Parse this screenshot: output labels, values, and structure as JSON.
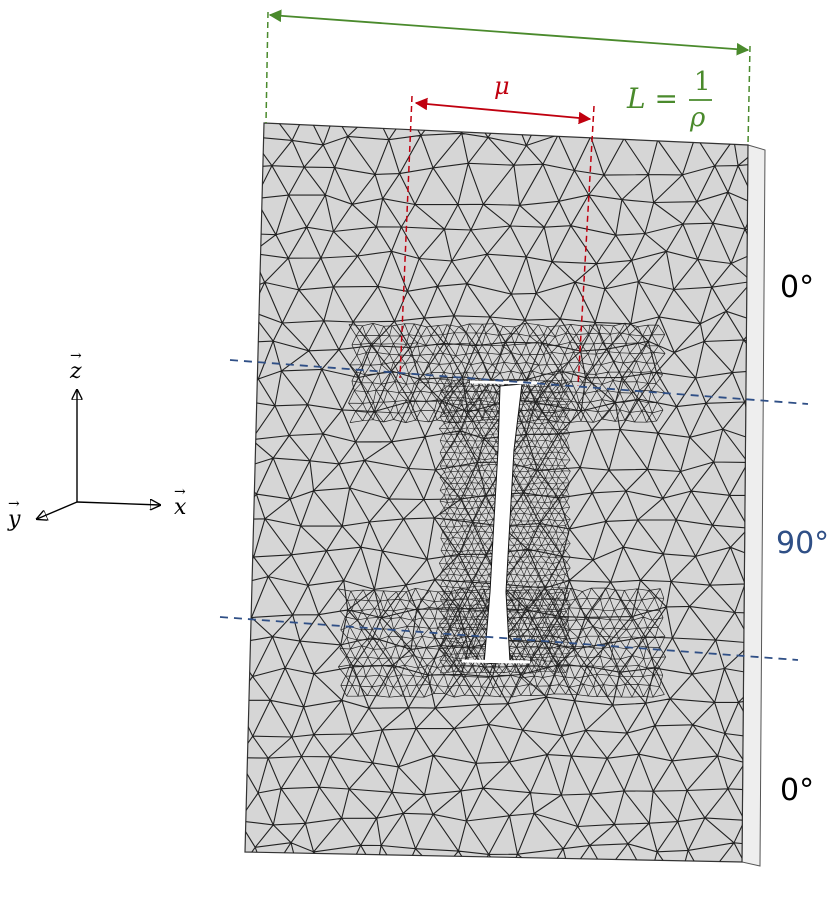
{
  "figure": {
    "mu_label": "μ",
    "L_lhs": "L =",
    "L_num": "1",
    "L_den": "ρ",
    "ply_top": "0°",
    "ply_middle": "90°",
    "ply_bottom": "0°",
    "axis_z": "z",
    "axis_x": "x",
    "axis_y": "y",
    "colors": {
      "mu_dim": "#c0000f",
      "L_dim": "#4a8a2c",
      "interface": "#2f4f86",
      "mesh": "#222222",
      "plate": "#d6d6d6",
      "plate_side": "#eeeeee"
    }
  }
}
